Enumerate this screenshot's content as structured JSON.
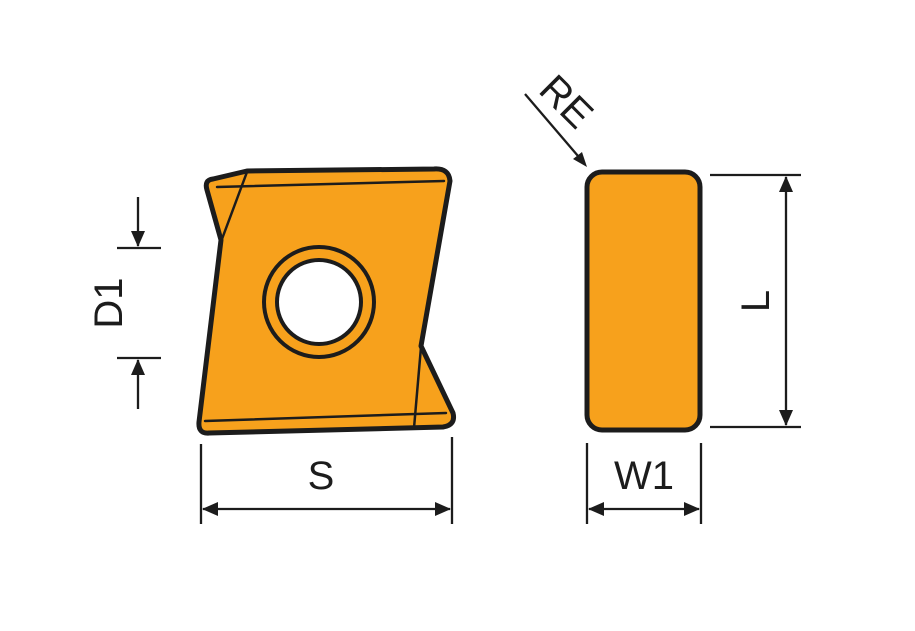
{
  "drawing": {
    "background": "#FFFFFF",
    "line_color": "#1C1C1C",
    "insert_color": "#F7A11C",
    "views": {
      "front_view": {
        "name": "insert-front-view",
        "dimensions": {
          "hole_diameter_label": "D1",
          "width_label": "S"
        }
      },
      "side_view": {
        "name": "insert-side-view",
        "dimensions": {
          "corner_radius_label": "RE",
          "length_label": "L",
          "thickness_label": "W1"
        }
      }
    }
  }
}
